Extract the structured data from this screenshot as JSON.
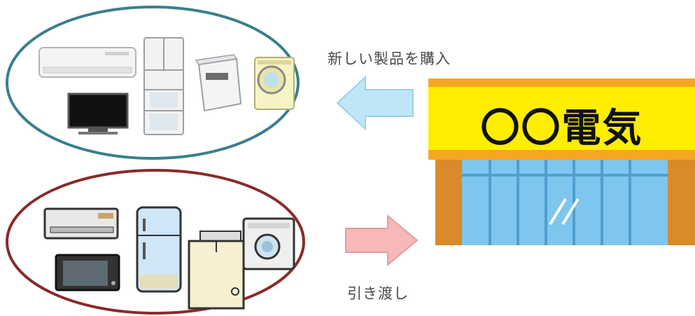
{
  "labels": {
    "buy_new": "新しい製品を購入",
    "hand_over": "引き渡し"
  },
  "store": {
    "name": "〇〇電気",
    "sign_color": "#ffee00",
    "roof_color": "#f5a623",
    "wall_color": "#d98a2b",
    "glass_color": "#7fc6ee"
  },
  "groups": {
    "new_products": {
      "border_color": "#3a7f8c",
      "items": [
        "air-conditioner",
        "refrigerator",
        "washing-machine",
        "drum-washer",
        "television"
      ]
    },
    "old_products": {
      "border_color": "#8a2a2a",
      "items": [
        "air-conditioner",
        "refrigerator",
        "washing-machine",
        "drum-washer",
        "television"
      ]
    }
  },
  "arrows": {
    "buy_color": "#bfe6f7",
    "handover_color": "#f6b8b8"
  }
}
